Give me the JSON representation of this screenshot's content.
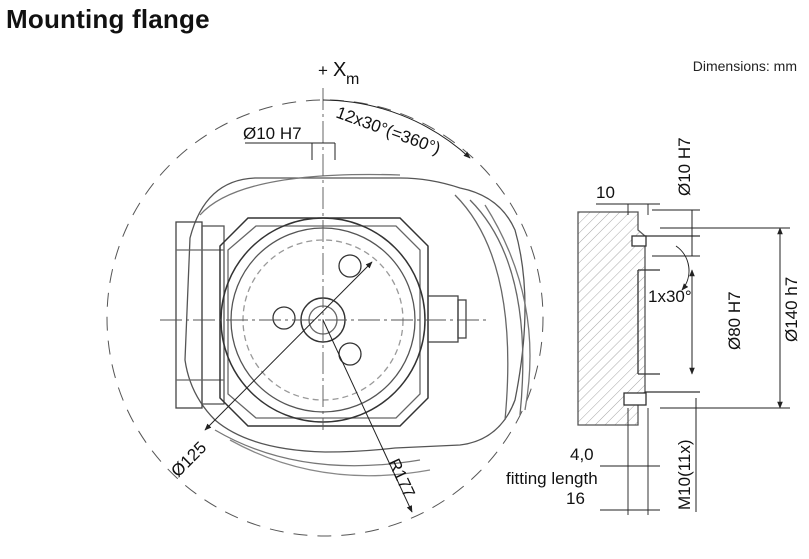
{
  "title": "Mounting flange",
  "units_note": "Dimensions: mm",
  "front_view": {
    "axis_label_plus": "+",
    "axis_label_x": "X",
    "axis_label_sub": "m",
    "hole_dia_label": "Ø10 H7",
    "pattern_label": "12x30°(=360°)",
    "pcd_label": "Ø125",
    "radius_label": "R177"
  },
  "section_view": {
    "depth_label": "10",
    "pin_hole_label": "Ø10 H7",
    "chamfer_label": "1x30°",
    "inner_dia_label": "Ø80 H7",
    "outer_dia_label": "Ø140 h7",
    "fitting_value_label": "4,0",
    "fitting_text_label": "fitting length",
    "thread_depth_label": "16",
    "thread_label": "M10(11x)"
  },
  "colors": {
    "line": "#333333",
    "light_line": "#777777",
    "hatch": "#9a9a9a"
  }
}
